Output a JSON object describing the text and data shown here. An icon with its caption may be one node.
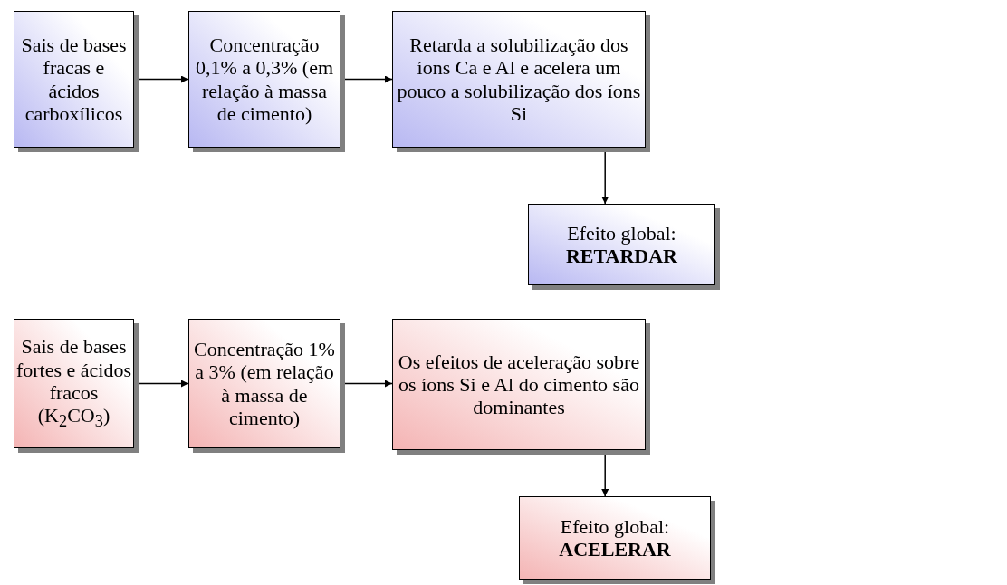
{
  "diagram": {
    "nodes": [
      {
        "text": [
          "Sais de bases fracas e ácidos carboxílicos"
        ]
      },
      {
        "text": [
          "Concentração 0,1% a 0,3% (em relação à massa de cimento)"
        ]
      },
      {
        "text": [
          "Retarda a solubilização dos íons Ca e Al e acelera um pouco a solubilização dos íons Si"
        ]
      },
      {
        "text": [
          "Efeito global:",
          "RETARDAR"
        ]
      },
      {
        "text": [
          "Sais de bases fortes e ácidos fracos (K$_{2}$CO$_{3}$)"
        ]
      },
      {
        "text": [
          "Concentração 1% a 3% (em relação à massa de cimento)"
        ]
      },
      {
        "text": [
          "Os efeitos de aceleração sobre os íons Si e Al do cimento são dominantes"
        ]
      },
      {
        "text": [
          "Efeito global:",
          "ACELERAR"
        ]
      }
    ],
    "edges": [
      {
        "from": 0,
        "to": 1,
        "arrow": "to"
      },
      {
        "from": 1,
        "to": 2,
        "arrow": "to"
      },
      {
        "from": 2,
        "to": 3,
        "arrow": "to"
      },
      {
        "from": 4,
        "to": 5,
        "arrow": "to"
      },
      {
        "from": 5,
        "to": 6,
        "arrow": "to"
      },
      {
        "from": 6,
        "to": 7,
        "arrow": "to"
      }
    ]
  }
}
